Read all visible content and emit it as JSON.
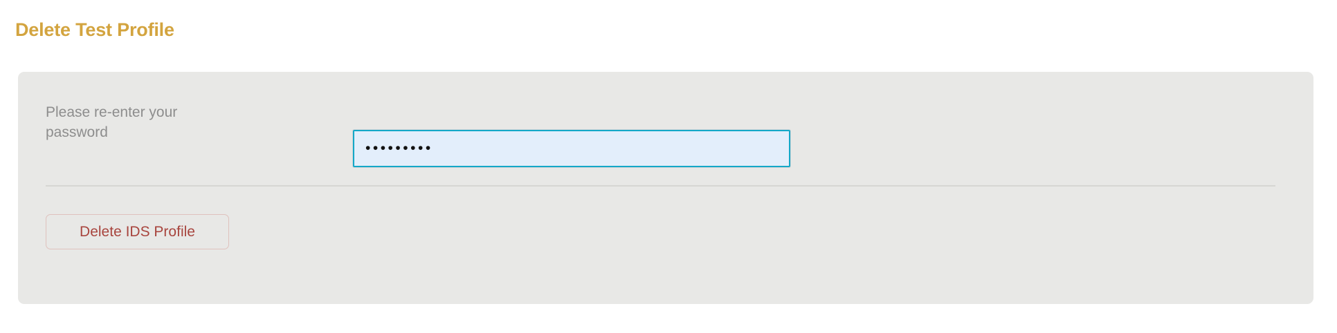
{
  "page": {
    "title": "Delete Test Profile",
    "title_color": "#d3a43f",
    "background_color": "#ffffff"
  },
  "panel": {
    "background_color": "#e8e8e6",
    "form": {
      "password_field": {
        "label": "Please re-enter your password",
        "value": "•••••••••",
        "masked_character_count": 9,
        "placeholder": "",
        "focused": true,
        "border_color": "#14a8c8",
        "fill_color": "#e3eefb"
      }
    },
    "divider_color": "#d6d6d3",
    "actions": {
      "delete_button": {
        "label": "Delete IDS Profile",
        "text_color": "#a8453e",
        "border_color": "#dfc1bd"
      }
    }
  }
}
